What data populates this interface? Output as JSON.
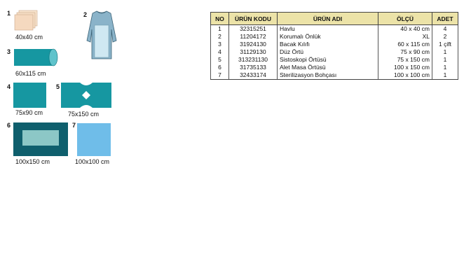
{
  "products": [
    {
      "num": "1",
      "caption": "40x40 cm"
    },
    {
      "num": "2",
      "caption": ""
    },
    {
      "num": "3",
      "caption": "60x115 cm"
    },
    {
      "num": "4",
      "caption": "75x90 cm"
    },
    {
      "num": "5",
      "caption": "75x150 cm"
    },
    {
      "num": "6",
      "caption": "100x150 cm"
    },
    {
      "num": "7",
      "caption": "100x100 cm"
    }
  ],
  "colors": {
    "teal": "#1697a1",
    "dark_teal": "#0f5f6d",
    "light_blue": "#6fbde9",
    "peach": "#f5d9bf",
    "gown": "#8ab3c9",
    "header_bg": "#ece3a8"
  },
  "table": {
    "headers": [
      "NO",
      "ÜRÜN KODU",
      "ÜRÜN ADI",
      "ÖLÇÜ",
      "ADET"
    ],
    "rows": [
      [
        "1",
        "32315251",
        "Havlu",
        "40 x 40 cm",
        "4"
      ],
      [
        "2",
        "11204172",
        "Korumalı Önlük",
        "XL",
        "2"
      ],
      [
        "3",
        "31924130",
        "Bacak Kılıfı",
        "60 x 115 cm",
        "1 çift"
      ],
      [
        "4",
        "31129130",
        "Düz Örtü",
        "75 x 90 cm",
        "1"
      ],
      [
        "5",
        "313231130",
        "Sistoskopi Örtüsü",
        "75 x 150 cm",
        "1"
      ],
      [
        "6",
        "31735133",
        "Alet Masa Örtüsü",
        "100 x 150 cm",
        "1"
      ],
      [
        "7",
        "32433174",
        "Sterilizasyon Bohçası",
        "100 x 100 cm",
        "1"
      ]
    ]
  }
}
